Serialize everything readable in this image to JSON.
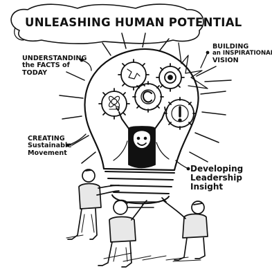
{
  "title": "UNLEASHING HUMAN POTENTIAL",
  "labels": {
    "facts": [
      "UNDERSTANDING",
      "the FACTS of",
      "TODAY"
    ],
    "vision": [
      "BUILDING",
      "an INSPIRATIONAL",
      "VISION"
    ],
    "movement": [
      "CREATING",
      "Sustainable",
      "Movement"
    ],
    "insight": [
      "Developing",
      "Leadership",
      "Insight"
    ]
  },
  "colors": {
    "ink": "#111111",
    "background": "#ffffff",
    "figure_fill": "#e8e8e8"
  },
  "icons": [
    "lightbulb",
    "gear",
    "copyright-symbol",
    "exclamation-mark",
    "target",
    "flower"
  ]
}
